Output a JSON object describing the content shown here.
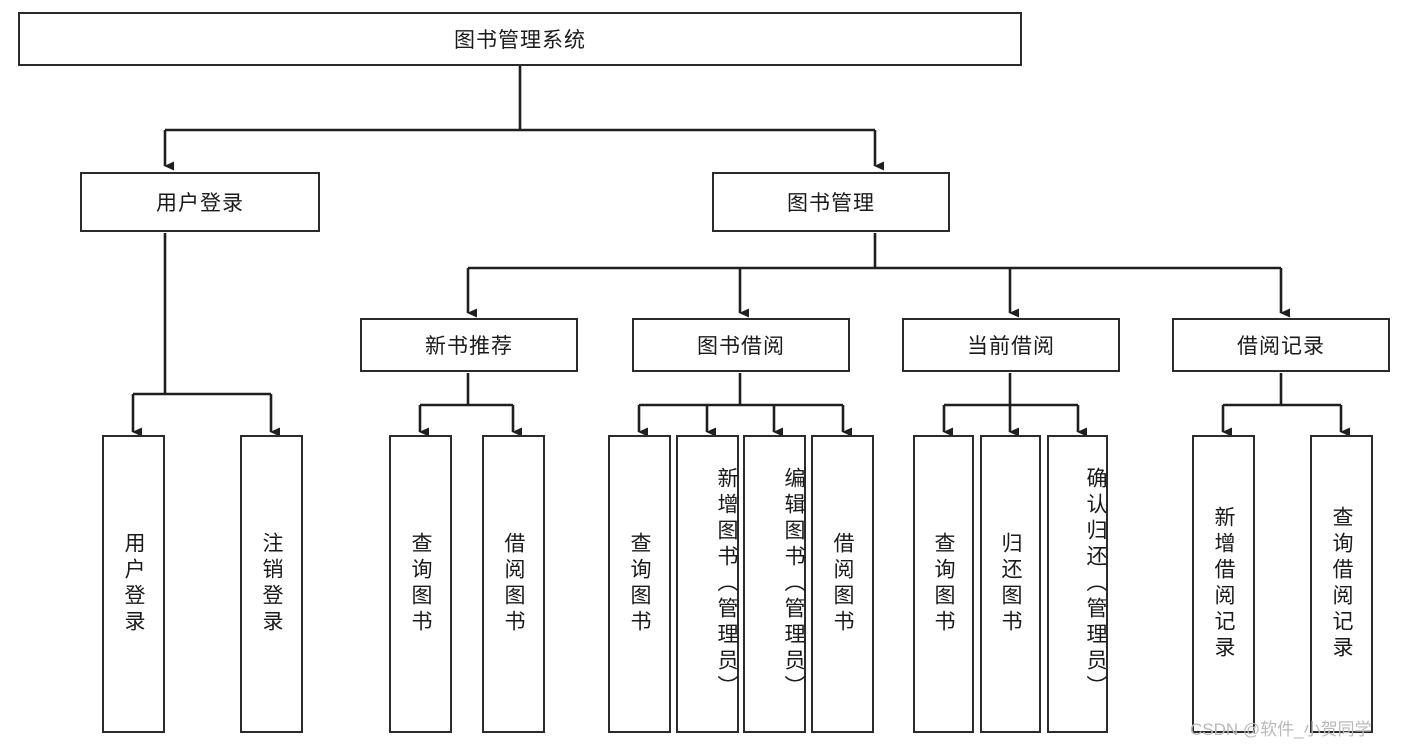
{
  "diagram": {
    "type": "tree",
    "title": "图书管理系统",
    "watermark": "CSDN @软件_小贺同学",
    "colors": {
      "box_border": "#2b2b2b",
      "box_fill": "#ffffff",
      "connector": "#1f1f1f",
      "text": "#1a1a1a",
      "watermark": "#b9b9b9"
    },
    "nodes": {
      "root": "图书管理系统",
      "level2": [
        "用户登录",
        "图书管理"
      ],
      "level3": [
        "新书推荐",
        "图书借阅",
        "当前借阅",
        "借阅记录"
      ],
      "leaves": [
        "用户登录",
        "注销登录",
        "查询图书",
        "借阅图书",
        "查询图书",
        "新增图书（管理员）",
        "编辑图书（管理员）",
        "借阅图书",
        "查询图书",
        "归还图书",
        "确认归还（管理员）",
        "新增借阅记录",
        "查询借阅记录"
      ]
    },
    "edges": [
      {
        "from": "图书管理系统",
        "to": "用户登录"
      },
      {
        "from": "图书管理系统",
        "to": "图书管理"
      },
      {
        "from": "用户登录",
        "to": "用户登录"
      },
      {
        "from": "用户登录",
        "to": "注销登录"
      },
      {
        "from": "图书管理",
        "to": "新书推荐"
      },
      {
        "from": "图书管理",
        "to": "图书借阅"
      },
      {
        "from": "图书管理",
        "to": "当前借阅"
      },
      {
        "from": "图书管理",
        "to": "借阅记录"
      },
      {
        "from": "新书推荐",
        "to": "查询图书"
      },
      {
        "from": "新书推荐",
        "to": "借阅图书"
      },
      {
        "from": "图书借阅",
        "to": "查询图书"
      },
      {
        "from": "图书借阅",
        "to": "新增图书（管理员）"
      },
      {
        "from": "图书借阅",
        "to": "编辑图书（管理员）"
      },
      {
        "from": "图书借阅",
        "to": "借阅图书"
      },
      {
        "from": "当前借阅",
        "to": "查询图书"
      },
      {
        "from": "当前借阅",
        "to": "归还图书"
      },
      {
        "from": "当前借阅",
        "to": "确认归还（管理员）"
      },
      {
        "from": "借阅记录",
        "to": "新增借阅记录"
      },
      {
        "from": "借阅记录",
        "to": "查询借阅记录"
      }
    ]
  }
}
